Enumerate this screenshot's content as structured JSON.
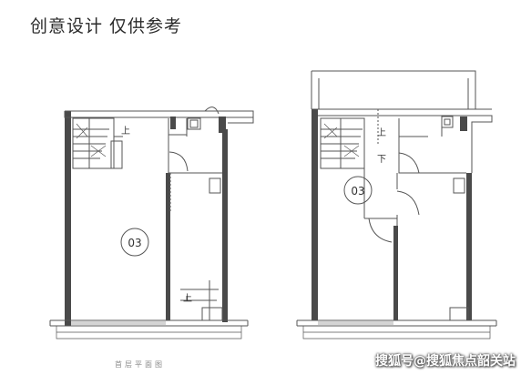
{
  "header": {
    "title": "创意设计 仅供参考"
  },
  "plans": {
    "left": {
      "unit_label": "03",
      "stair_up_1": "上",
      "stair_up_2": "上"
    },
    "right": {
      "unit_label": "03",
      "stair_up": "上",
      "stair_down": "下"
    }
  },
  "caption": "首层平面图",
  "watermark": "搜狐号@搜狐焦点韶关站",
  "colors": {
    "wall": "#4a4a4a",
    "line": "#555555",
    "background": "#ffffff"
  }
}
